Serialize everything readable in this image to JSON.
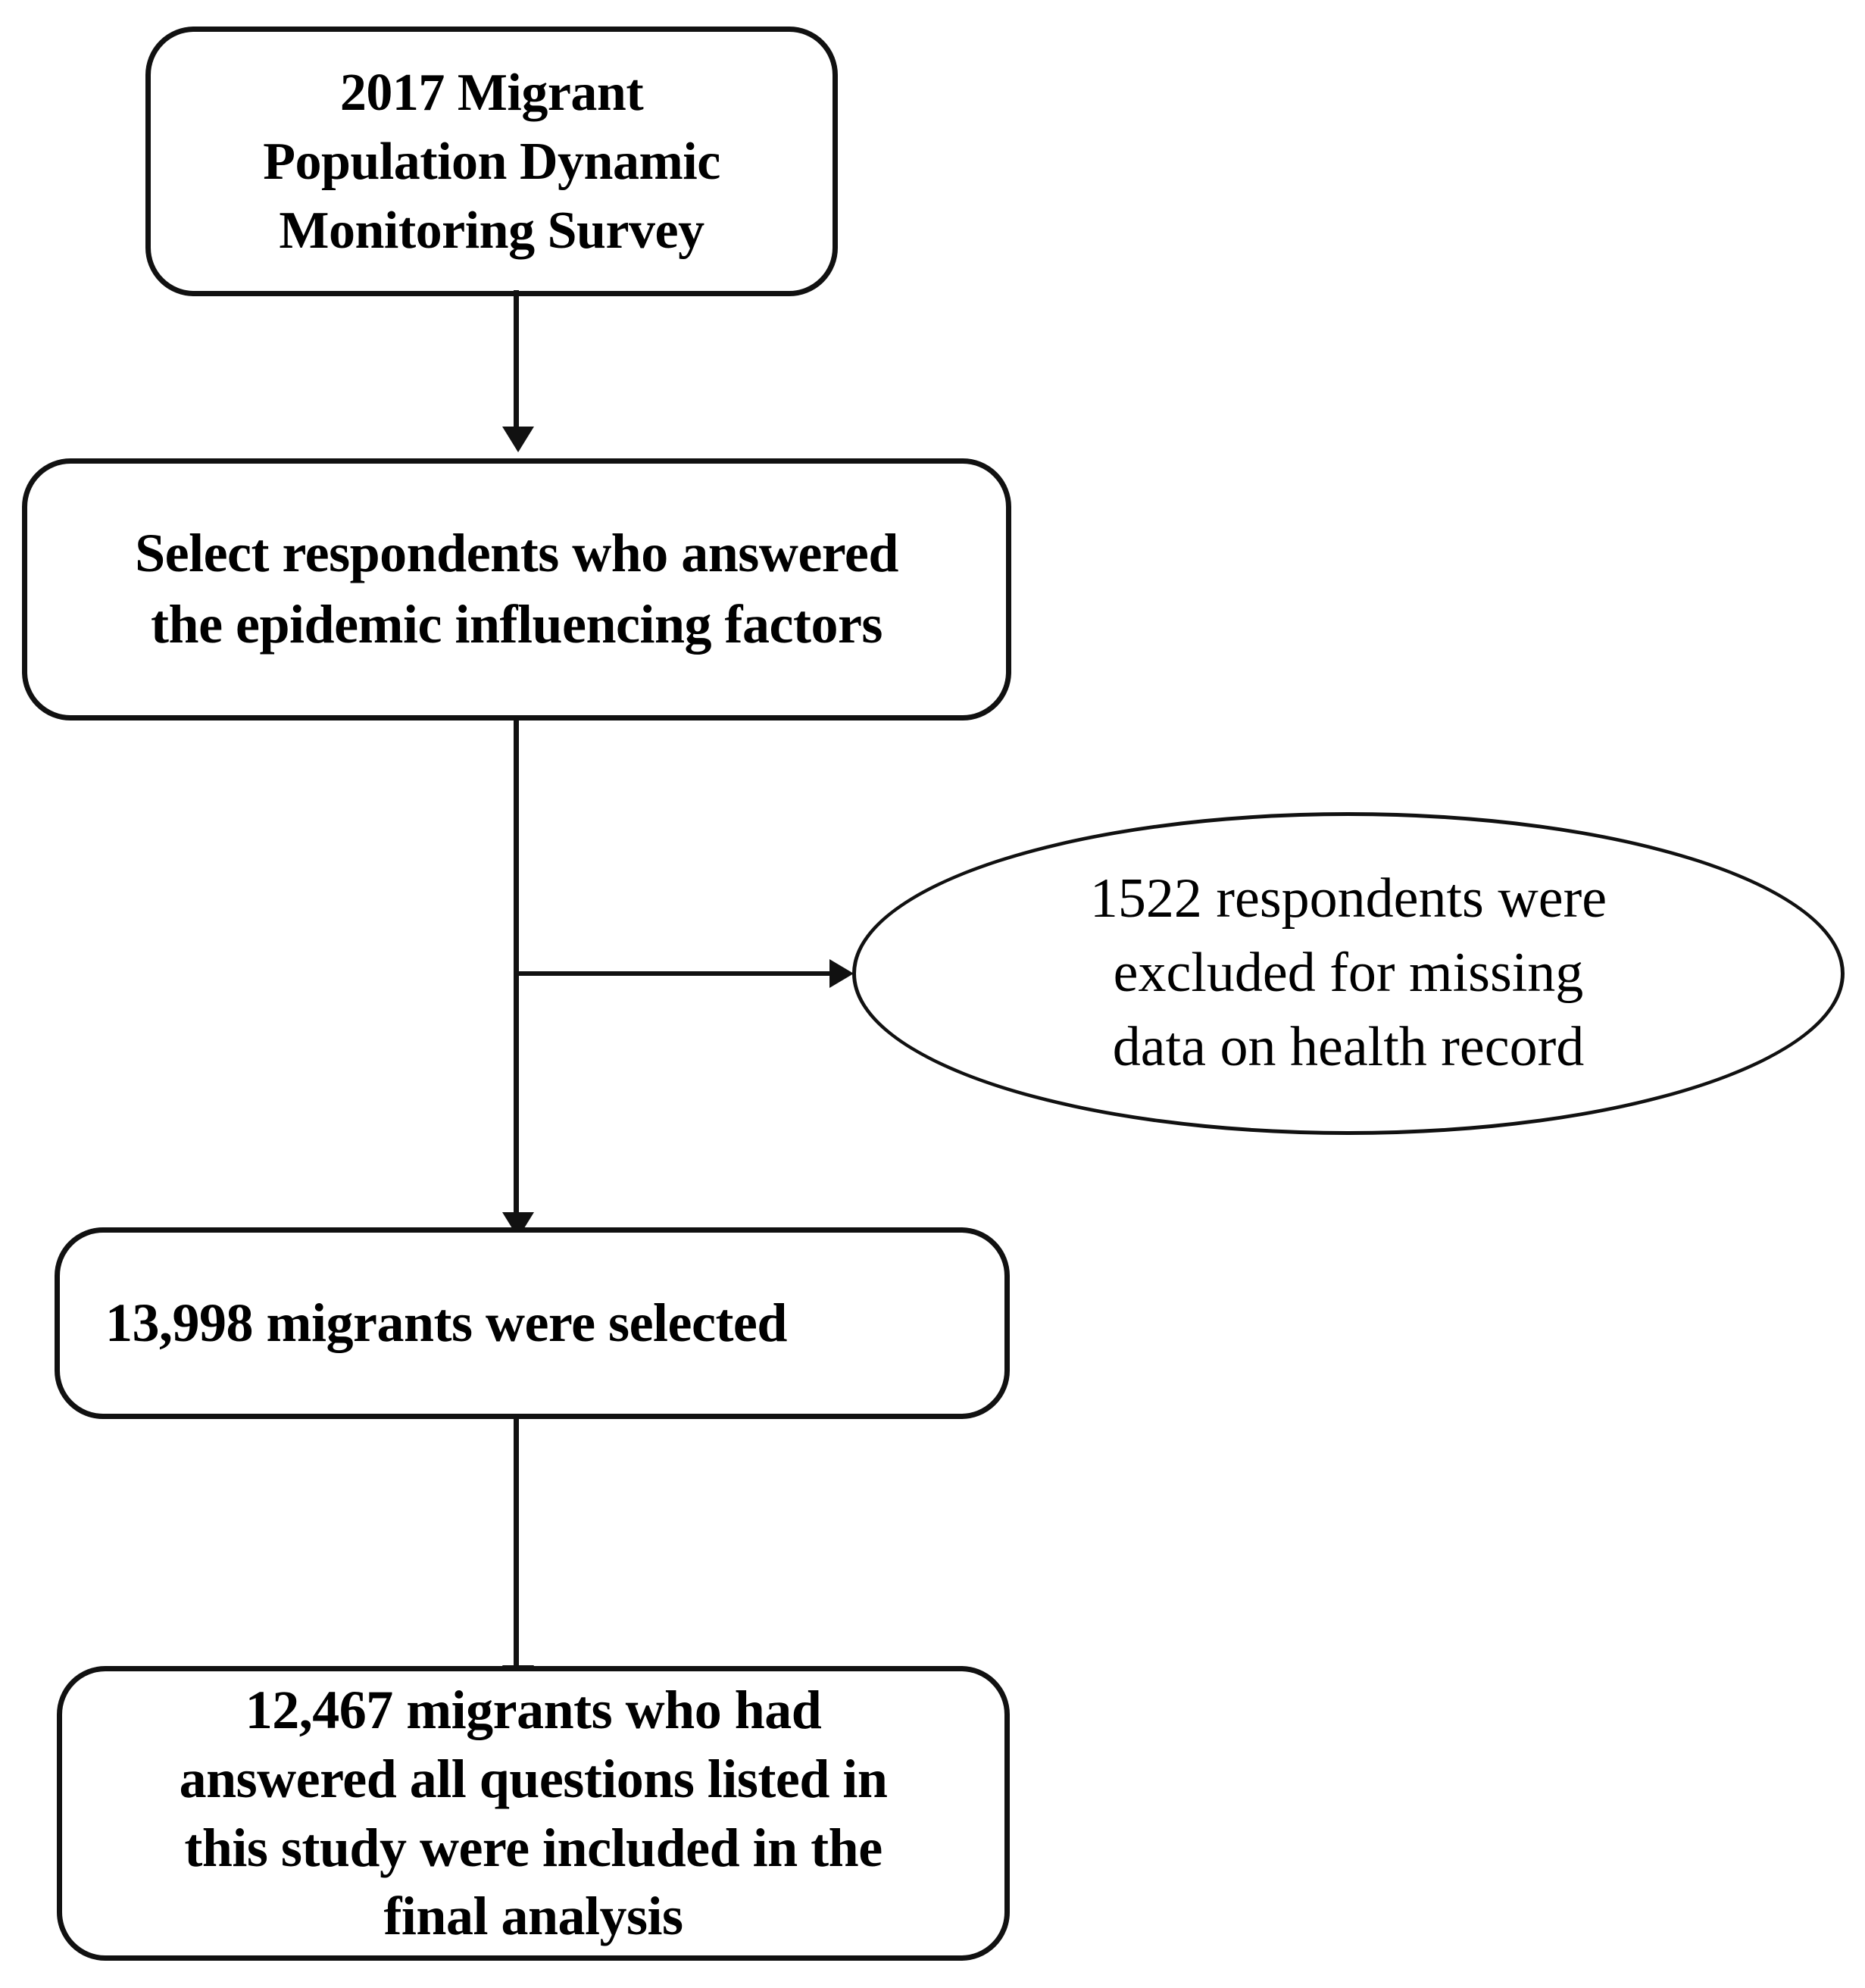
{
  "figure": {
    "type": "study-flow-diagram",
    "orientation": "vertical",
    "background_color": "#ffffff",
    "line_color": "#111111"
  },
  "nodes": {
    "source": {
      "shape": "rounded-rectangle",
      "text": "2017 Migrant\nPopulation Dynamic\nMonitoring Survey"
    },
    "select": {
      "shape": "rounded-rectangle",
      "text": "Select respondents who answered\nthe epidemic influencing factors"
    },
    "excluded": {
      "shape": "ellipse",
      "text": "1522 respondents were\nexcluded for missing\ndata on health record",
      "count": 1522
    },
    "selected_count": {
      "shape": "rounded-rectangle",
      "text": "13,998 migrants were selected",
      "count": 13998
    },
    "final": {
      "shape": "rounded-rectangle",
      "text": "12,467 migrants who had\nanswered all questions listed in\nthis study were included in the\nfinal analysis",
      "count": 12467
    }
  },
  "connectors": [
    {
      "from": "source",
      "to": "select",
      "direction": "down"
    },
    {
      "from": "select",
      "to": "excluded",
      "direction": "right"
    },
    {
      "from": "select",
      "to": "selected_count",
      "direction": "down"
    },
    {
      "from": "selected_count",
      "to": "final",
      "direction": "down"
    }
  ]
}
